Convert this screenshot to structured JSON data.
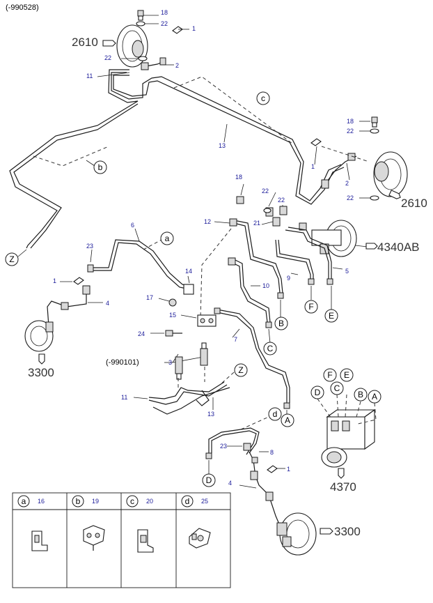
{
  "header": {
    "code_top": "(-990528)",
    "code_mid": "(-990101)"
  },
  "ref_numbers": {
    "r2610_top": "2610",
    "r2610_right": "2610",
    "r4340ab": "4340AB",
    "r3300_left": "3300",
    "r3300_bottom": "3300",
    "r4370": "4370"
  },
  "callouts": {
    "c_top": "c",
    "b_left": "b",
    "a_mid": "a",
    "z_left": "Z",
    "z_mid": "Z",
    "d_mid": "d",
    "A1": "A",
    "A2": "A",
    "B1": "B",
    "B2": "B",
    "C1": "C",
    "C2": "C",
    "D1": "D",
    "D2": "D",
    "E1": "E",
    "E2": "E",
    "F1": "F",
    "F2": "F"
  },
  "parts": {
    "p18a": "18",
    "p22a": "22",
    "p1a": "1",
    "p22b": "22",
    "p2a": "2",
    "p11a": "11",
    "p13a": "13",
    "p1b": "1",
    "p18b": "18",
    "p22c": "22",
    "p2b": "2",
    "p22d": "22",
    "p18c": "18",
    "p22e": "22",
    "p22f": "22",
    "p21": "21",
    "p12": "12",
    "p6": "6",
    "p23a": "23",
    "p1c": "1",
    "p4a": "4",
    "p14": "14",
    "p17": "17",
    "p15": "15",
    "p24": "24",
    "p10": "10",
    "p9": "9",
    "p5": "5",
    "p7": "7",
    "p3": "3",
    "p11b": "11",
    "p13b": "13",
    "p23b": "23",
    "p8": "8",
    "p1d": "1",
    "p4b": "4"
  },
  "legend": [
    {
      "letter": "a",
      "part": "16"
    },
    {
      "letter": "b",
      "part": "19"
    },
    {
      "letter": "c",
      "part": "20"
    },
    {
      "letter": "d",
      "part": "25"
    }
  ]
}
